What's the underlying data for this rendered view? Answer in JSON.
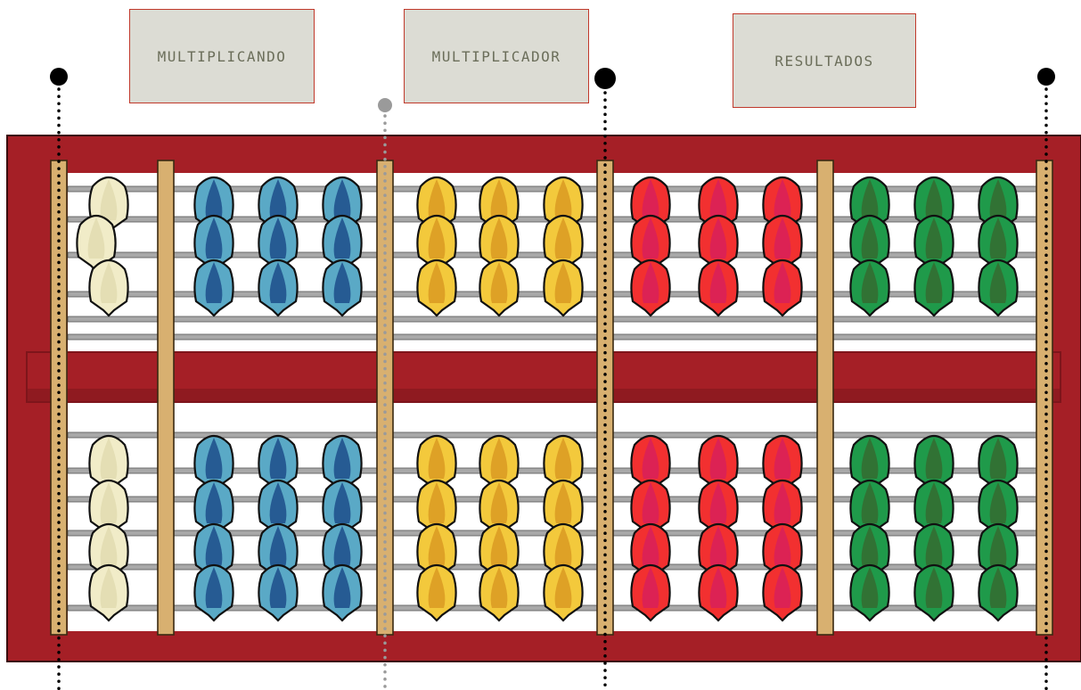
{
  "labels": {
    "multiplicando": "MULTIPLICANDO",
    "multiplicador": "MULTIPLICADOR",
    "resultados": "RESULTADOS"
  },
  "colors": {
    "frame": "#a51f26",
    "frame_dark": "#7e151b",
    "rod": "#d8b070",
    "marker_black": "#000000",
    "marker_grey": "#9a9a9a",
    "label_bg": "#dcdcd4",
    "label_border": "#c0392b",
    "label_text": "#6b6e5a"
  },
  "groups": [
    {
      "name": "cream",
      "fill": "#f1ecc8",
      "inner": "#e2dcb0",
      "top_beads": 3,
      "bottom_beads": 4
    },
    {
      "name": "blue",
      "fill": "#5aa9c6",
      "inner": "#1d4d8a",
      "top_beads": 3,
      "bottom_beads": 4
    },
    {
      "name": "yellow",
      "fill": "#f3c93c",
      "inner": "#d99a22",
      "top_beads": 3,
      "bottom_beads": 4
    },
    {
      "name": "red",
      "fill": "#f23030",
      "inner": "#d8205a",
      "top_beads": 3,
      "bottom_beads": 4
    },
    {
      "name": "green",
      "fill": "#1f9a4a",
      "inner": "#356b30",
      "top_beads": 3,
      "bottom_beads": 4
    }
  ]
}
